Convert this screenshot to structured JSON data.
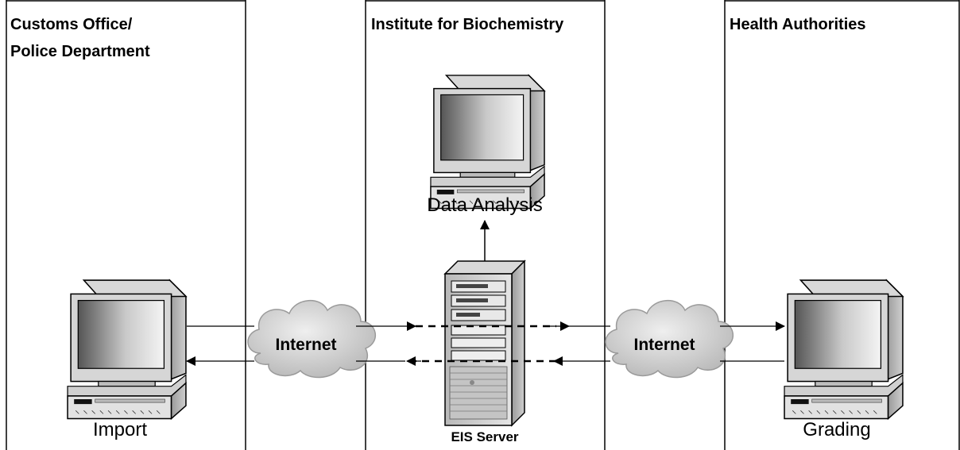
{
  "panels": {
    "customs": {
      "title_line1": "Customs Office/",
      "title_line2": "Police Department"
    },
    "institute": {
      "title": "Institute for Biochemistry"
    },
    "health": {
      "title": "Health Authorities"
    }
  },
  "nodes": {
    "import": "Import",
    "data_analysis": "Data Analysis",
    "eis_server": "EIS Server",
    "grading": "Grading"
  },
  "clouds": {
    "left": "Internet",
    "right": "Internet"
  },
  "colors": {
    "border": "#000000",
    "device_body": "#d0d0d0",
    "screen_dark": "#5a5a5a",
    "screen_light": "#f2f2f2",
    "cloud": "#c8c8c8"
  }
}
